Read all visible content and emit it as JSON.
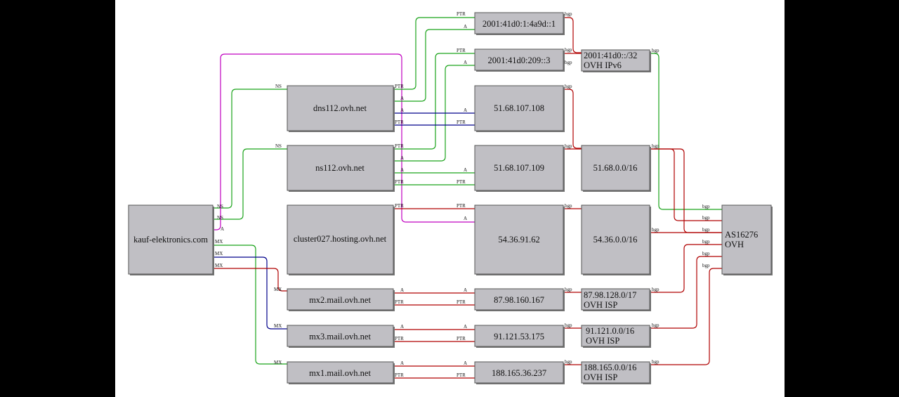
{
  "nodes": {
    "kauf": "kauf-elektronics.com",
    "dns112": "dns112.ovh.net",
    "ns112": "ns112.ovh.net",
    "cluster": "cluster027.hosting.ovh.net",
    "mx2": "mx2.mail.ovh.net",
    "mx3": "mx3.mail.ovh.net",
    "mx1": "mx1.mail.ovh.net",
    "ip6a": "2001:41d0:1:4a9d::1",
    "ip6b": "2001:41d0:209::3",
    "ip1": "51.68.107.108",
    "ip2": "51.68.107.109",
    "ip3": "54.36.91.62",
    "ip4": "87.98.160.167",
    "ip5": "91.121.53.175",
    "ip6": "188.165.36.237",
    "net6": [
      "2001:41d0::/32",
      "OVH IPv6"
    ],
    "net51": "51.68.0.0/16",
    "net54": "54.36.0.0/16",
    "net87": [
      "87.98.128.0/17",
      "OVH ISP"
    ],
    "net91": [
      "91.121.0.0/16",
      "OVH ISP"
    ],
    "net188": [
      "188.165.0.0/16",
      "OVH ISP"
    ],
    "as": [
      "AS16276",
      "OVH"
    ]
  },
  "edge_labels": {
    "ns": "NS",
    "a": "A",
    "mx": "MX",
    "ptr": "PTR",
    "bgp": "bgp"
  },
  "colors": {
    "ns": "#1aa31a",
    "a": "#c000c0",
    "mx_green": "#1aa31a",
    "mx_blue": "#00008b",
    "mx_red": "#b00000",
    "dns_green": "#1aa31a",
    "dns_blue": "#00008b",
    "bgp": "#b00000",
    "bgp_green": "#1aa31a"
  }
}
